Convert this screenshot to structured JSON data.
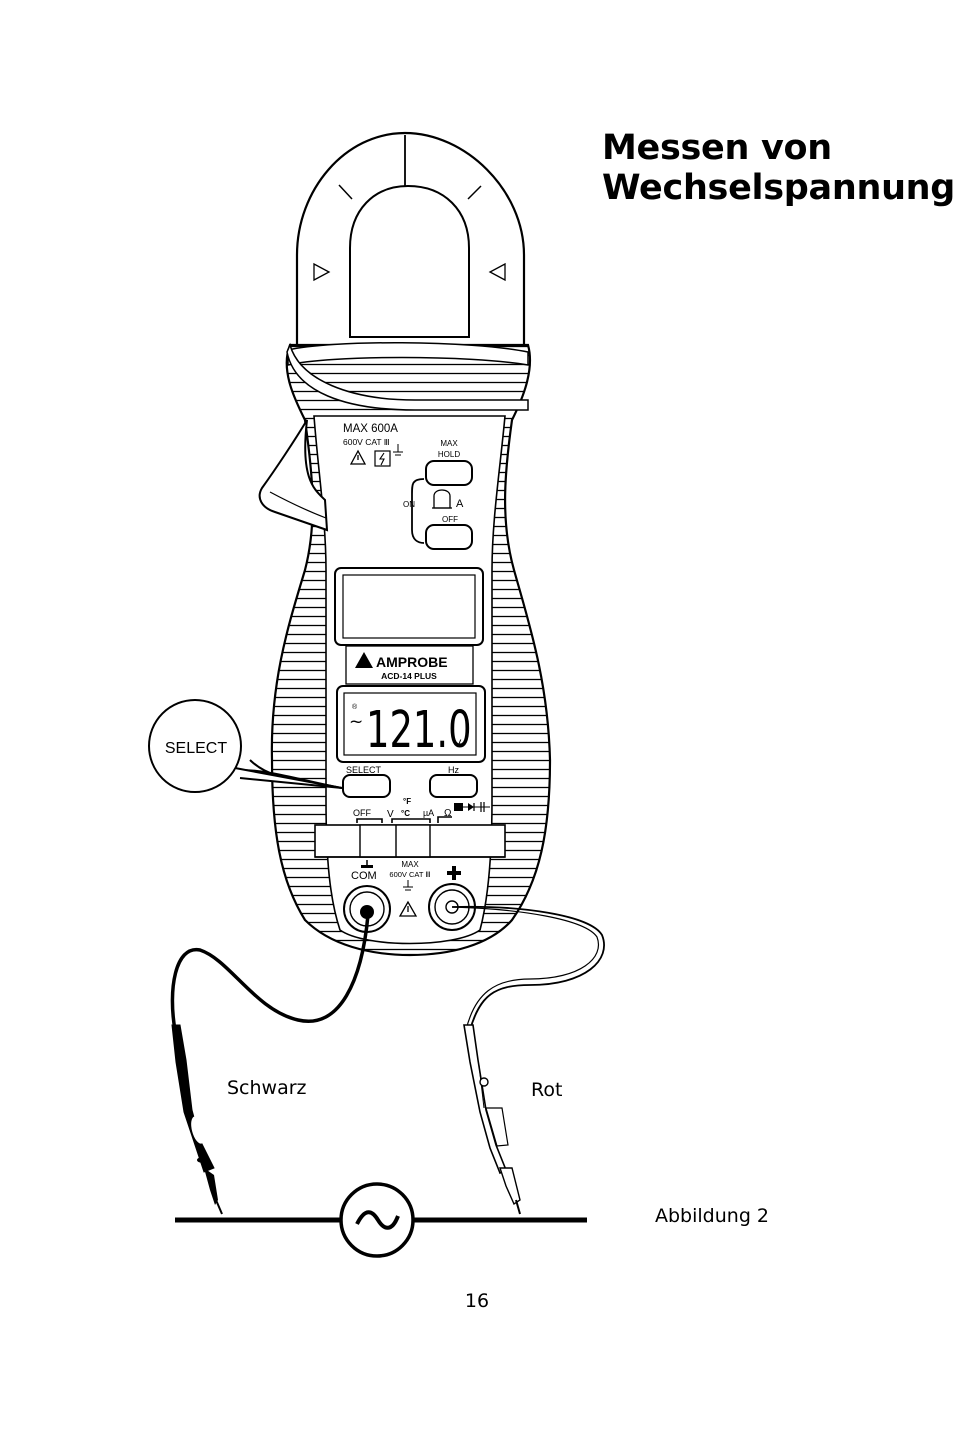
{
  "page": {
    "title_line1": "Messen von",
    "title_line2": "Wechselspannung",
    "figure_caption": "Abbildung 2",
    "page_number": "16"
  },
  "leads": {
    "black_label": "Schwarz",
    "red_label": "Rot"
  },
  "meter": {
    "max_rating": "MAX 600A",
    "cat_rating": "600V CAT Ⅲ",
    "max_label": "MAX",
    "hold_label": "HOLD",
    "on_label": "ON",
    "off_label": "OFF",
    "brand": "AMPROBE",
    "model": "ACD-14 PLUS",
    "display_ac_symbol": "~",
    "display_value": "121.0",
    "display_unit": "V",
    "select_button": "SELECT",
    "hz_button": "Hz",
    "dial_off": "OFF",
    "dial_v": "V",
    "dial_temp_f": "°F",
    "dial_temp_c": "°C",
    "dial_ua": "µA",
    "dial_ohm": "Ω",
    "com_label": "COM",
    "jack_max": "MAX",
    "jack_cat": "600V CAT Ⅲ",
    "callout_label": "SELECT"
  }
}
